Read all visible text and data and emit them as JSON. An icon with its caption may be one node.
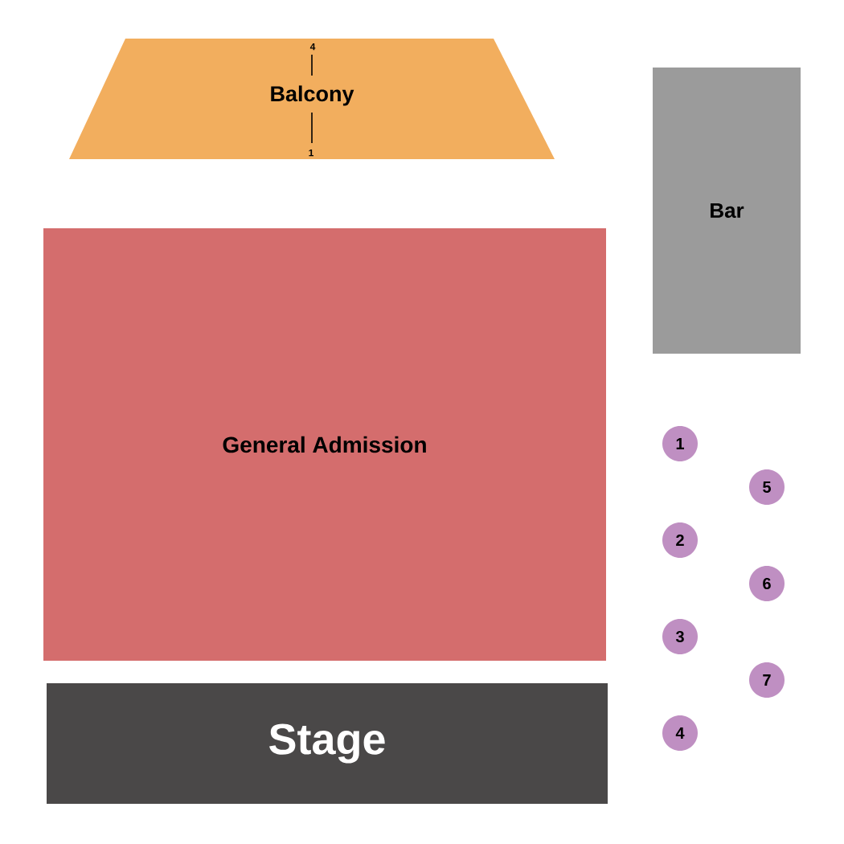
{
  "diagram": {
    "nodes": [
      {
        "text": [
          "Balcony"
        ]
      },
      {
        "text": [
          "Bar"
        ]
      },
      {
        "text": [
          "General Admission"
        ]
      },
      {
        "text": [
          "Stage"
        ]
      },
      {
        "text": [
          "1"
        ]
      },
      {
        "text": [
          "5"
        ]
      },
      {
        "text": [
          "2"
        ]
      },
      {
        "text": [
          "6"
        ]
      },
      {
        "text": [
          "3"
        ]
      },
      {
        "text": [
          "7"
        ]
      },
      {
        "text": [
          "4"
        ]
      }
    ],
    "labels": [
      "4",
      "1"
    ]
  }
}
